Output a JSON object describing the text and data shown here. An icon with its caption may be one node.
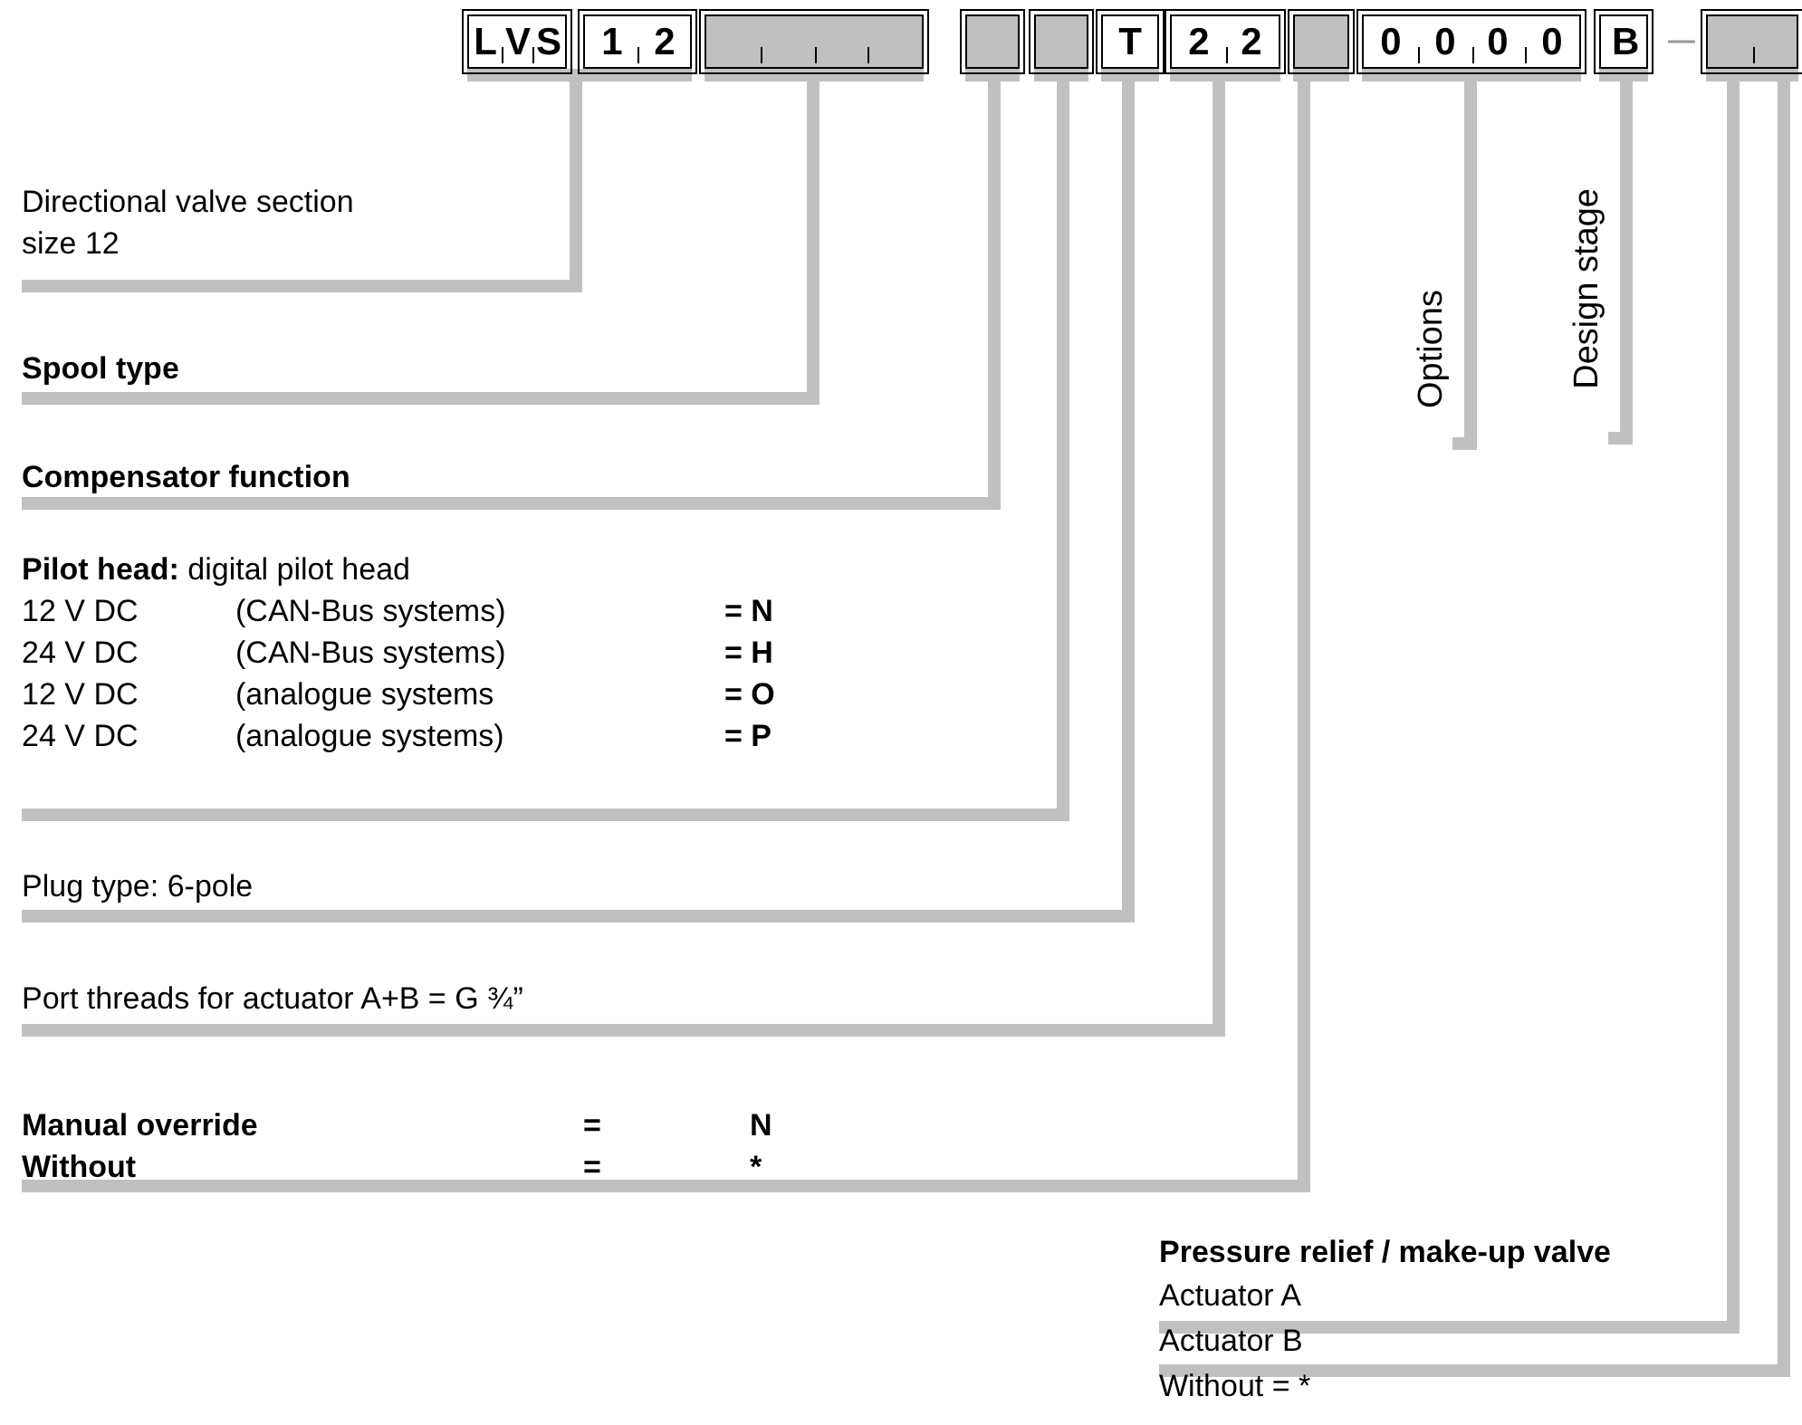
{
  "diagram": {
    "nodes": [
      {
        "text": [
          "L",
          "V",
          "S"
        ]
      },
      {
        "text": [
          "1",
          "2"
        ]
      },
      {
        "text": [],
        "shape": "box"
      },
      {
        "text": [],
        "shape": "box"
      },
      {
        "text": [],
        "shape": "box"
      },
      {
        "text": [
          "T"
        ]
      },
      {
        "text": [
          "2",
          "2"
        ]
      },
      {
        "text": [],
        "shape": "box"
      },
      {
        "text": [
          "0",
          "0",
          "0",
          "0"
        ]
      },
      {
        "text": [
          "B"
        ]
      },
      {
        "text": [],
        "shape": "box"
      },
      {
        "text": [
          "Directional valve section size 12"
        ]
      },
      {
        "text": [
          "Spool type"
        ]
      },
      {
        "text": [
          "Compensator function"
        ]
      },
      {
        "text": [
          "**Pilot head:** digital pilot head",
          "12 V DC",
          "(CAN-Bus systems)",
          "= N",
          "24 V DC",
          "(CAN-Bus systems)",
          "= H",
          "12 V DC",
          "(analogue systems",
          "= O",
          "24 V DC",
          "(analogue systems)",
          "= P"
        ]
      },
      {
        "text": [
          "Plug type: 6-pole"
        ]
      },
      {
        "text": [
          "Port threads for actuator A+B = G ¾”"
        ]
      },
      {
        "text": [
          "Manual override",
          "=",
          "N",
          "Without",
          "=",
          "*"
        ]
      },
      {
        "text": [
          "Options"
        ]
      },
      {
        "text": [
          "Design stage"
        ]
      },
      {
        "text": [
          "Actuator A"
        ]
      },
      {
        "text": [
          "Actuator B"
        ]
      }
    ],
    "edges": [
      {
        "from": 11,
        "to": 0,
        "arrow": "none"
      },
      {
        "from": 11,
        "to": 1,
        "arrow": "none"
      },
      {
        "from": 12,
        "to": 2,
        "arrow": "none"
      },
      {
        "from": 13,
        "to": 3,
        "arrow": "none"
      },
      {
        "from": 14,
        "to": 4,
        "arrow": "none"
      },
      {
        "from": 15,
        "to": 5,
        "arrow": "none"
      },
      {
        "from": 16,
        "to": 6,
        "arrow": "none"
      },
      {
        "from": 17,
        "to": 7,
        "arrow": "none"
      },
      {
        "from": 18,
        "to": 8,
        "arrow": "none"
      },
      {
        "from": 19,
        "to": 9,
        "arrow": "none"
      },
      {
        "from": 20,
        "to": 10,
        "arrow": "none"
      },
      {
        "from": 21,
        "to": 10,
        "arrow": "none"
      }
    ],
    "labels": [
      "Pressure relief / make-up valve",
      "Without = *"
    ]
  }
}
